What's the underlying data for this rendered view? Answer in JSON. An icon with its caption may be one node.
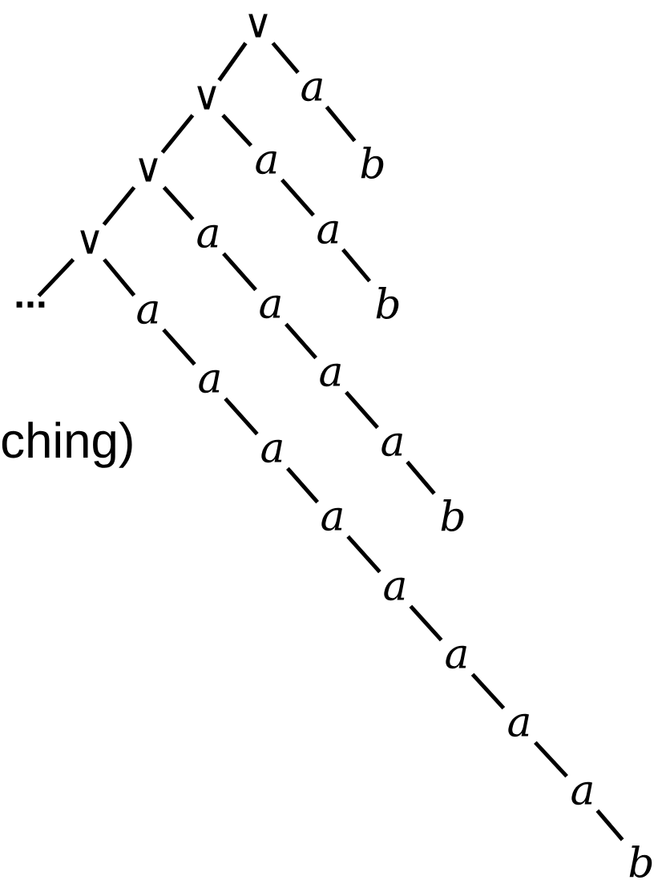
{
  "diagram": {
    "nodes": [
      {
        "text": [
          "∨"
        ]
      },
      {
        "text": [
          "∨"
        ]
      },
      {
        "text": [
          "∨"
        ]
      },
      {
        "text": [
          "∨"
        ]
      },
      {
        "text": [
          "..."
        ]
      },
      {
        "text": [
          "a"
        ]
      },
      {
        "text": [
          "b"
        ]
      },
      {
        "text": [
          "a"
        ]
      },
      {
        "text": [
          "a"
        ]
      },
      {
        "text": [
          "b"
        ]
      },
      {
        "text": [
          "a"
        ]
      },
      {
        "text": [
          "a"
        ]
      },
      {
        "text": [
          "a"
        ]
      },
      {
        "text": [
          "a"
        ]
      },
      {
        "text": [
          "b"
        ]
      },
      {
        "text": [
          "a"
        ]
      },
      {
        "text": [
          "a"
        ]
      },
      {
        "text": [
          "a"
        ]
      },
      {
        "text": [
          "a"
        ]
      },
      {
        "text": [
          "a"
        ]
      },
      {
        "text": [
          "a"
        ]
      },
      {
        "text": [
          "a"
        ]
      },
      {
        "text": [
          "a"
        ]
      },
      {
        "text": [
          "b"
        ]
      }
    ],
    "edges": [
      {
        "from": 0,
        "to": 1,
        "arrow": "none"
      },
      {
        "from": 0,
        "to": 5,
        "arrow": "none"
      },
      {
        "from": 5,
        "to": 6,
        "arrow": "none"
      },
      {
        "from": 1,
        "to": 2,
        "arrow": "none"
      },
      {
        "from": 1,
        "to": 7,
        "arrow": "none"
      },
      {
        "from": 7,
        "to": 8,
        "arrow": "none"
      },
      {
        "from": 8,
        "to": 9,
        "arrow": "none"
      },
      {
        "from": 2,
        "to": 3,
        "arrow": "none"
      },
      {
        "from": 2,
        "to": 10,
        "arrow": "none"
      },
      {
        "from": 10,
        "to": 11,
        "arrow": "none"
      },
      {
        "from": 11,
        "to": 12,
        "arrow": "none"
      },
      {
        "from": 12,
        "to": 13,
        "arrow": "none"
      },
      {
        "from": 13,
        "to": 14,
        "arrow": "none"
      },
      {
        "from": 3,
        "to": 4,
        "arrow": "none"
      },
      {
        "from": 3,
        "to": 15,
        "arrow": "none"
      },
      {
        "from": 15,
        "to": 16,
        "arrow": "none"
      },
      {
        "from": 16,
        "to": 17,
        "arrow": "none"
      },
      {
        "from": 17,
        "to": 18,
        "arrow": "none"
      },
      {
        "from": 18,
        "to": 19,
        "arrow": "none"
      },
      {
        "from": 19,
        "to": 20,
        "arrow": "none"
      },
      {
        "from": 20,
        "to": 21,
        "arrow": "none"
      },
      {
        "from": 21,
        "to": 22,
        "arrow": "none"
      },
      {
        "from": 22,
        "to": 23,
        "arrow": "none"
      }
    ],
    "labels": [
      "ching)"
    ]
  }
}
